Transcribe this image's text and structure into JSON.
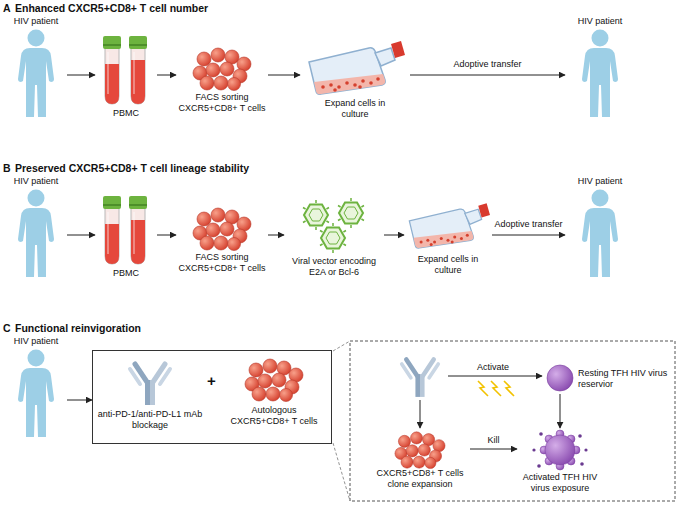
{
  "diagram": {
    "nodes": [
      {
        "text": [
          "HIV patient"
        ]
      },
      {
        "text": [
          "PBMC"
        ]
      },
      {
        "text": [
          "FACS sorting CXCR5+CD8+ T cells"
        ]
      },
      {
        "text": [
          "Expand cells in culture"
        ]
      },
      {
        "text": [
          "HIV patient"
        ]
      },
      {
        "text": [
          "HIV patient"
        ]
      },
      {
        "text": [
          "PBMC"
        ]
      },
      {
        "text": [
          "FACS sorting CXCR5+CD8+ T cells"
        ]
      },
      {
        "text": [
          "Viral vector encoding E2A or Bcl-6"
        ]
      },
      {
        "text": [
          "Expand cells in culture"
        ]
      },
      {
        "text": [
          "HIV patient"
        ]
      },
      {
        "text": [
          "HIV patient"
        ]
      },
      {
        "text": [
          "+"
        ]
      },
      {
        "text": [
          "anti-PD-1/anti-PD-L1 mAb blockage"
        ],
        "in": 12
      },
      {
        "text": [
          "Autologous CXCR5+CD8+ T cells"
        ],
        "in": 12
      },
      {
        "text": [
          "Resting TFH HIV virus reservior"
        ]
      },
      {
        "text": [
          "CXCR5+CD8+ T cells clone expansion"
        ]
      },
      {
        "text": [
          "Activated TFH HIV virus exposure"
        ]
      }
    ],
    "edges": [
      {
        "from": 0,
        "to": 1,
        "arrow": "to"
      },
      {
        "from": 1,
        "to": 2,
        "arrow": "to"
      },
      {
        "from": 2,
        "to": 3,
        "arrow": "to"
      },
      {
        "from": 3,
        "to": 4,
        "label": "Adoptive transfer",
        "arrow": "to"
      },
      {
        "from": 5,
        "to": 6,
        "arrow": "to"
      },
      {
        "from": 6,
        "to": 7,
        "arrow": "to"
      },
      {
        "from": 7,
        "to": 8,
        "arrow": "to"
      },
      {
        "from": 8,
        "to": 9,
        "arrow": "to"
      },
      {
        "from": 9,
        "to": 10,
        "label": "Adoptive transfer",
        "arrow": "to"
      },
      {
        "from": 11,
        "to": 12,
        "arrow": "to"
      },
      {
        "from": 16,
        "to": 17,
        "label": "Kill",
        "arrow": "to"
      },
      {
        "from": 15,
        "to": 17,
        "arrow": "to"
      }
    ],
    "labels": [
      "A",
      "Enhanced CXCR5+CD8+ T cell number",
      "B",
      "Preserved CXCR5+CD8+ T cell lineage stability",
      "C",
      "Functional reinvigoration",
      "Activate"
    ]
  }
}
